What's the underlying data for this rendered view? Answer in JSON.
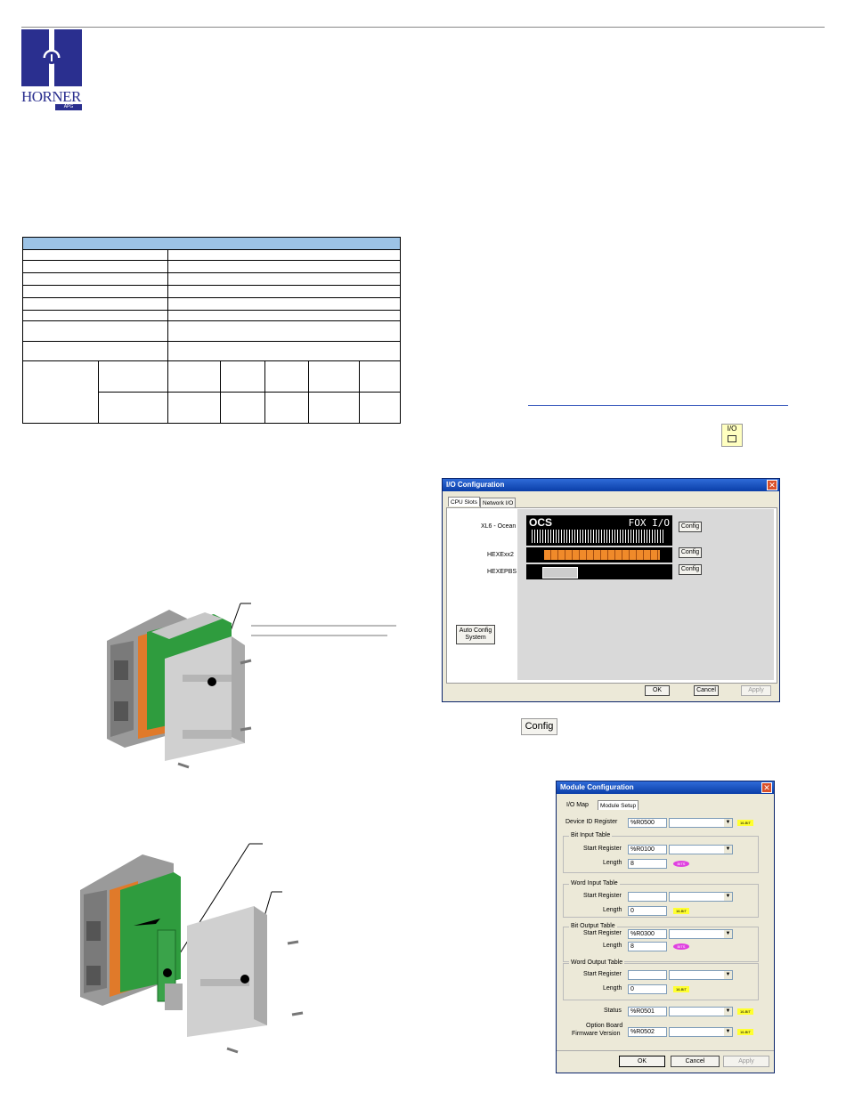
{
  "logo": {
    "word": "HORNER",
    "sub": "APG"
  },
  "io_button": {
    "label": "I/O",
    "icon": "io-config-icon"
  },
  "io_window": {
    "title": "I/O Configuration",
    "tabs": [
      "CPU Slots",
      "Network I/O"
    ],
    "slots": [
      {
        "label": "XL6 - Ocean",
        "config": "Config"
      },
      {
        "label": "HEXExx2",
        "config": "Config"
      },
      {
        "label": "HEXEPBS",
        "config": "Config"
      }
    ],
    "banner_left": "OCS",
    "banner_right": "FOX I/O",
    "auto_config": "Auto Config System",
    "buttons": {
      "ok": "OK",
      "cancel": "Cancel",
      "apply": "Apply"
    }
  },
  "config_button": {
    "label": "Config"
  },
  "module_window": {
    "title": "Module Configuration",
    "tabs": [
      "I/O Map",
      "Module Setup"
    ],
    "device_id": {
      "label": "Device ID Register",
      "value": "%R0500",
      "tag": "16-BIT"
    },
    "bit_input": {
      "title": "Bit Input Table",
      "start_label": "Start Register",
      "start": "%R0100",
      "length_label": "Length",
      "length": "8",
      "tag": "BITS"
    },
    "word_input": {
      "title": "Word Input Table",
      "start_label": "Start Register",
      "start": "",
      "length_label": "Length",
      "length": "0",
      "tag": "16-BIT"
    },
    "bit_output": {
      "title": "Bit Output Table",
      "start_label": "Start Register",
      "start": "%R0300",
      "length_label": "Length",
      "length": "8",
      "tag": "BITS"
    },
    "word_output": {
      "title": "Word Output Table",
      "start_label": "Start Register",
      "start": "",
      "length_label": "Length",
      "length": "0",
      "tag": "16-BIT"
    },
    "status": {
      "label": "Status",
      "value": "%R0501",
      "tag": "16-BIT"
    },
    "firmware": {
      "label1": "Option Board",
      "label2": "Firmware Version",
      "value": "%R0502",
      "tag": "16-BIT"
    },
    "buttons": {
      "ok": "OK",
      "cancel": "Cancel",
      "apply": "Apply"
    }
  }
}
